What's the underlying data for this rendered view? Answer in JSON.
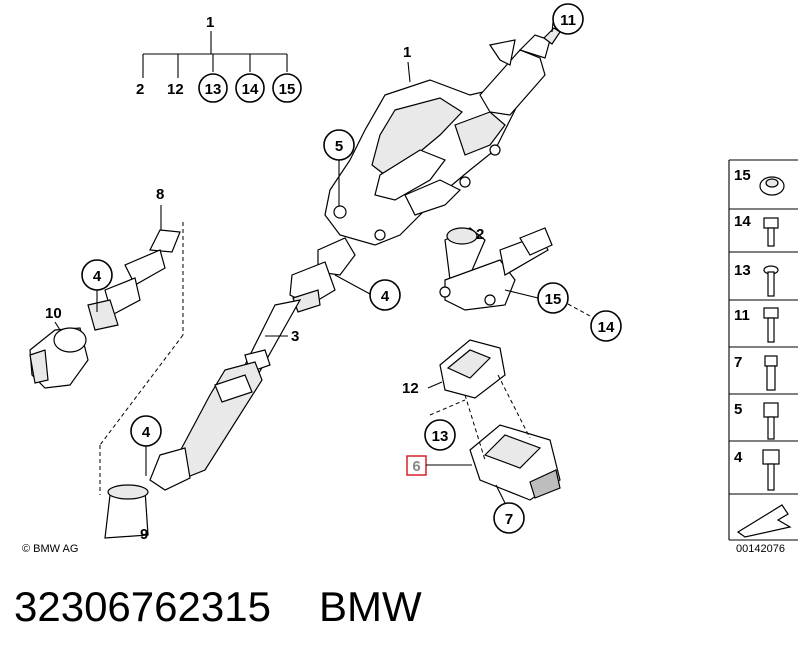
{
  "callouts": {
    "c1_top": "1",
    "c2_sub": "2",
    "c12_sub": "12",
    "c13_sub": "13",
    "c14_sub": "14",
    "c15_sub": "15",
    "c1_column": "1",
    "c11": "11",
    "c5": "5",
    "c8": "8",
    "c4_left": "4",
    "c10": "10",
    "c4_mid": "4",
    "c3": "3",
    "c2_motor": "2",
    "c15_motor": "15",
    "c14_motor": "14",
    "c12_unit": "12",
    "c13_unit": "13",
    "c6": "6",
    "c7": "7",
    "c4_bottom": "4",
    "c9": "9"
  },
  "copyright": "© BMW AG",
  "legend": {
    "items": [
      "15",
      "14",
      "13",
      "11",
      "7",
      "5",
      "4"
    ],
    "diagram_number": "00142076"
  },
  "caption": {
    "part_number": "32306762315",
    "brand": "BMW"
  },
  "colors": {
    "highlight_box": "#d9212a",
    "highlight_text": "#888888"
  }
}
